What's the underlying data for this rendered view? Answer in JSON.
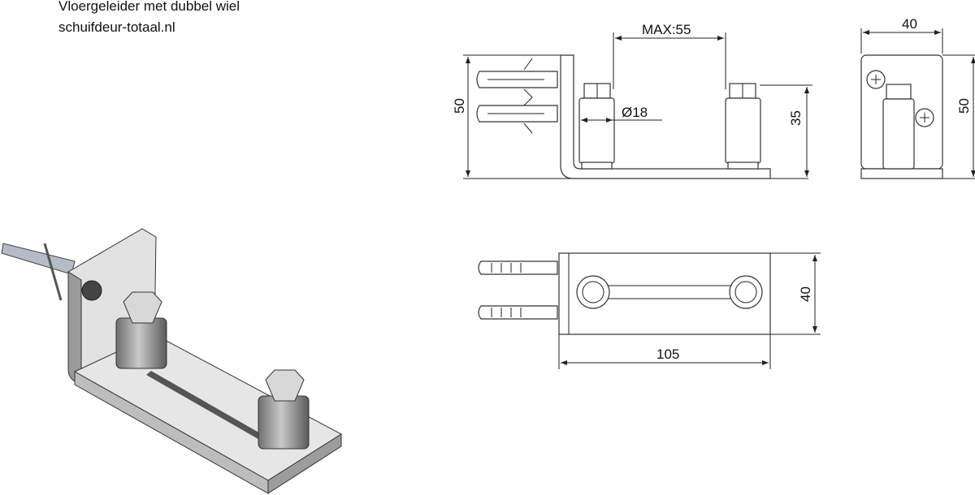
{
  "title": {
    "line1": "Vloergeleider met dubbel wiel",
    "line2": "schuifdeur-totaal.nl"
  },
  "front_view": {
    "height_label": "50",
    "max_label": "MAX:55",
    "diameter_label": "Ø18",
    "wheel_height_label": "35"
  },
  "side_view": {
    "width_label": "40",
    "height_label": "50"
  },
  "top_view": {
    "width_label": "40",
    "length_label": "105"
  }
}
